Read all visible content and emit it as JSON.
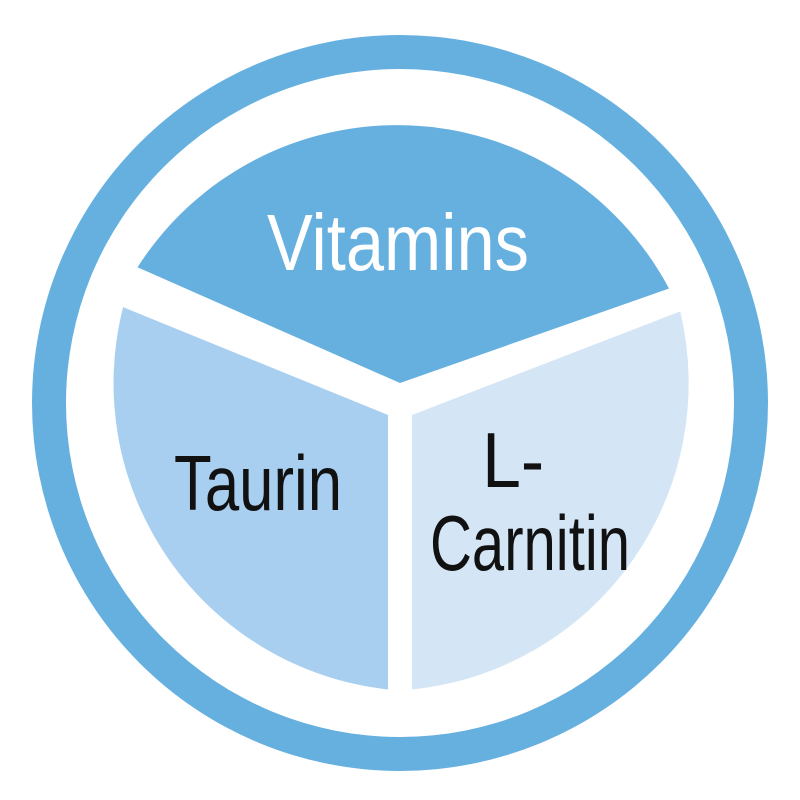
{
  "diagram": {
    "segments": [
      {
        "id": "vitamins",
        "label_lines": [
          "Vitamins"
        ],
        "fill": "#66B0E0",
        "text_color": "#ffffff"
      },
      {
        "id": "taurin",
        "label_lines": [
          "Taurin"
        ],
        "fill": "#A9CFF0",
        "text_color": "#111111"
      },
      {
        "id": "l-carnitin",
        "label_lines": [
          "L-",
          "Carnitin"
        ],
        "fill": "#D4E5F6",
        "text_color": "#111111"
      }
    ],
    "colors": {
      "outer_ring": "#66B0E0",
      "inner_ring": "#ffffff",
      "divider": "#ffffff",
      "background": "#ffffff"
    }
  }
}
